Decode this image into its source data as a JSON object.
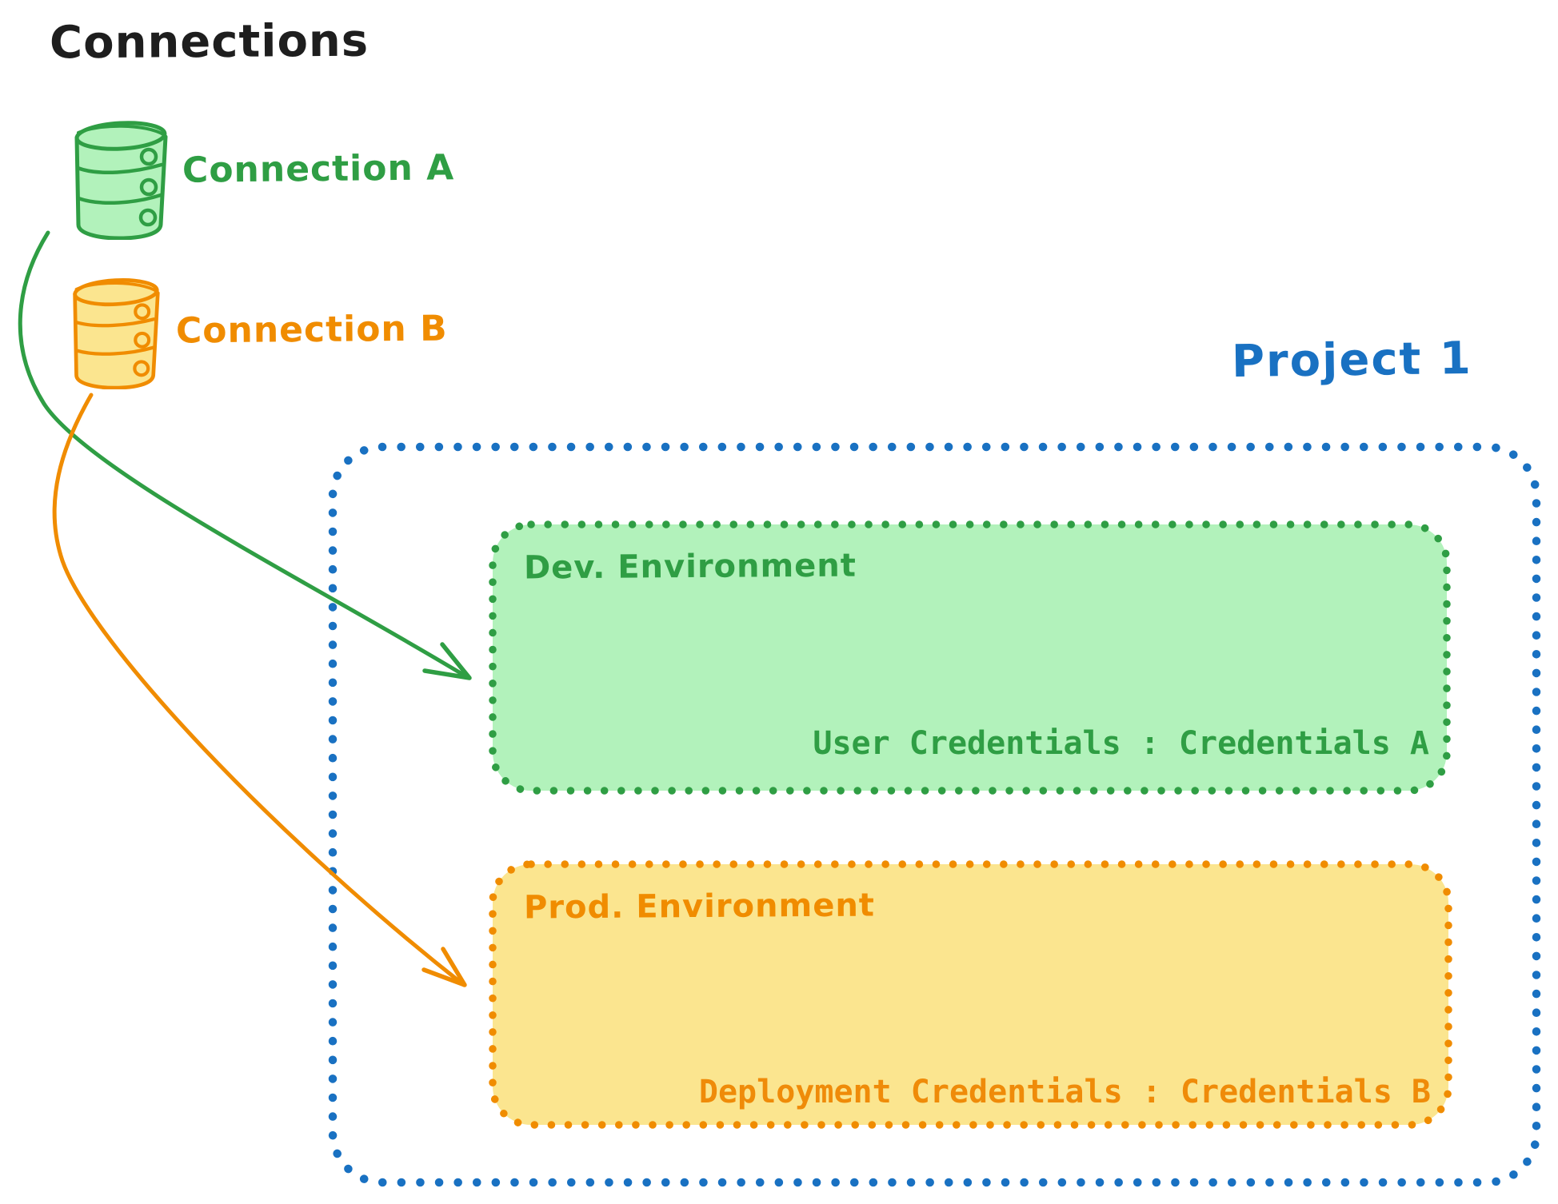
{
  "diagram": {
    "title": "Connections",
    "connections": [
      {
        "id": "connection-a",
        "label": "Connection A",
        "icon": "database-icon",
        "stroke_color": "#2f9e44",
        "fill_color": "#b2f2bb"
      },
      {
        "id": "connection-b",
        "label": "Connection B",
        "icon": "database-icon",
        "stroke_color": "#f08c00",
        "fill_color": "#fbe58f"
      }
    ],
    "project": {
      "title": "Project 1",
      "border_color": "#1971c2",
      "environments": [
        {
          "name": "Dev. Environment",
          "credentials_label": "User Credentials : Credentials A",
          "stroke_color": "#2f9e44",
          "fill_color": "#b2f2bb"
        },
        {
          "name": "Prod. Environment",
          "credentials_label": "Deployment Credentials : Credentials B",
          "stroke_color": "#f08c00",
          "fill_color": "#fbe58f"
        }
      ]
    },
    "arrows": [
      {
        "from": "Connection A",
        "to": "Dev. Environment",
        "color": "#2f9e44"
      },
      {
        "from": "Connection B",
        "to": "Prod. Environment",
        "color": "#f08c00"
      }
    ]
  }
}
